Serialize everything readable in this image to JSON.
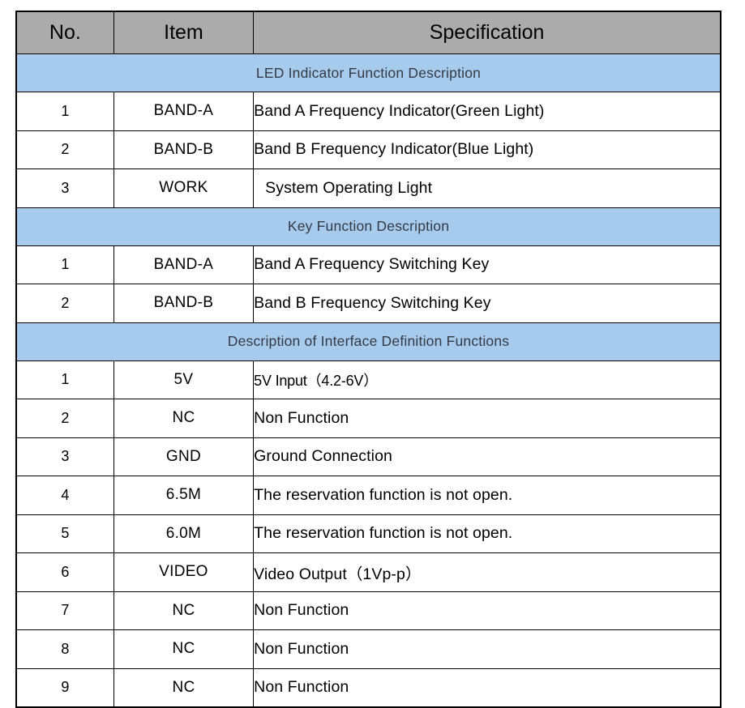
{
  "table": {
    "columns": [
      "No.",
      "Item",
      "Specification"
    ],
    "sections": [
      {
        "title": "LED Indicator Function Description",
        "rows": [
          {
            "no": "1",
            "item": "BAND-A",
            "spec": "Band A Frequency Indicator(Green Light)"
          },
          {
            "no": "2",
            "item": "BAND-B",
            "spec": "Band B Frequency Indicator(Blue Light)"
          },
          {
            "no": "3",
            "item": "WORK",
            "spec": "System Operating Light"
          }
        ]
      },
      {
        "title": "Key Function Description",
        "rows": [
          {
            "no": "1",
            "item": "BAND-A",
            "spec": "Band A Frequency Switching Key"
          },
          {
            "no": "2",
            "item": "BAND-B",
            "spec": "Band B Frequency Switching Key"
          }
        ]
      },
      {
        "title": "Description of Interface Definition Functions",
        "rows": [
          {
            "no": "1",
            "item": "5V",
            "spec": "5V Input（4.2-6V）"
          },
          {
            "no": "2",
            "item": "NC",
            "spec": "Non Function"
          },
          {
            "no": "3",
            "item": "GND",
            "spec": "Ground Connection"
          },
          {
            "no": "4",
            "item": "6.5M",
            "spec": "The reservation function is not open."
          },
          {
            "no": "5",
            "item": "6.0M",
            "spec": "The reservation function is not open."
          },
          {
            "no": "6",
            "item": "VIDEO",
            "spec": "Video Output（1Vp-p）"
          },
          {
            "no": "7",
            "item": "NC",
            "spec": "Non Function"
          },
          {
            "no": "8",
            "item": "NC",
            "spec": "Non Function"
          },
          {
            "no": "9",
            "item": "NC",
            "spec": "Non Function"
          }
        ]
      }
    ]
  },
  "colors": {
    "header_background": "#ABABAB",
    "section_background": "#A6CBEC",
    "section_text": "#353A45",
    "border": "#000000",
    "cell_background": "#FFFFFF"
  }
}
